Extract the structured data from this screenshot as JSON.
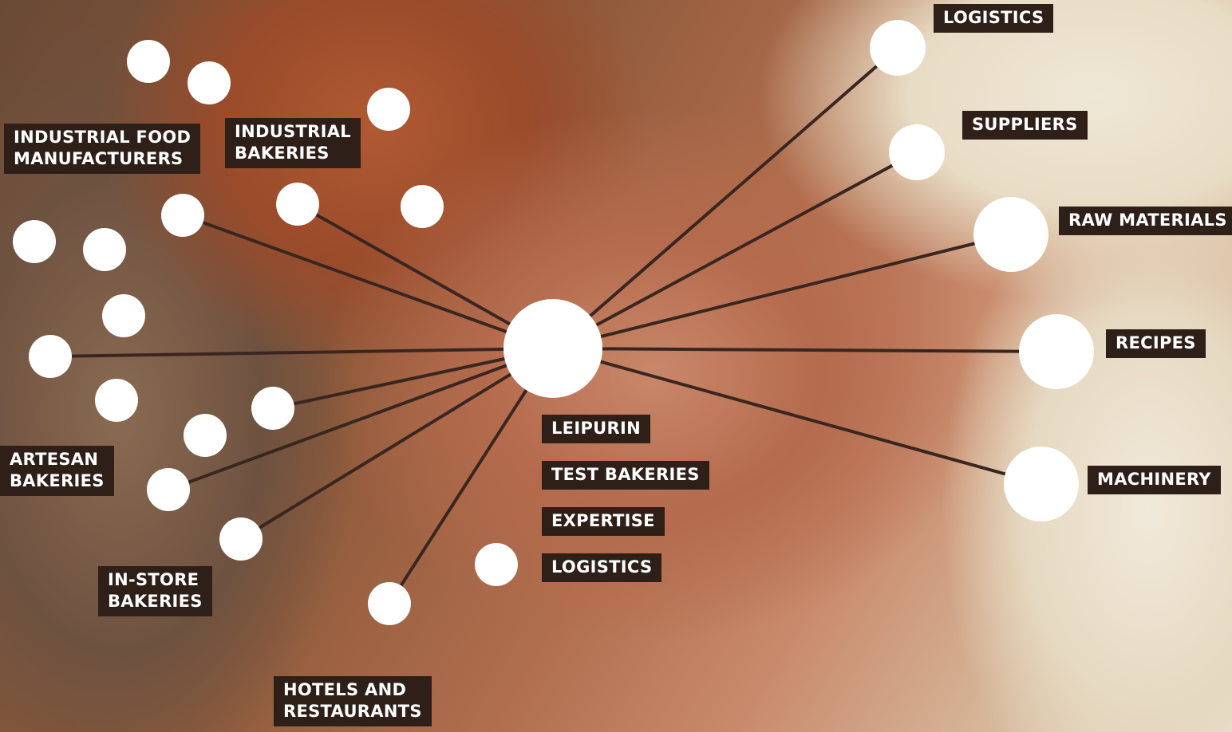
{
  "diagram": {
    "hub_label": "LEIPURIN",
    "hub_extra_labels": [
      "TEST BAKERIES",
      "EXPERTISE",
      "LOGISTICS"
    ],
    "customer_labels": {
      "industrial_food_manufacturers": "INDUSTRIAL FOOD\nMANUFACTURERS",
      "industrial_bakeries": "INDUSTRIAL\nBAKERIES",
      "artesan_bakeries": "ARTESAN\nBAKERIES",
      "in_store_bakeries": "IN-STORE\nBAKERIES",
      "hotels_and_restaurants": "HOTELS AND\nRESTAURANTS"
    },
    "supply_labels": {
      "logistics": "LOGISTICS",
      "suppliers": "SUPPLIERS",
      "raw_materials": "RAW MATERIALS",
      "recipes": "RECIPES",
      "machinery": "MACHINERY"
    },
    "colors": {
      "node_fill": "#ffffff",
      "link_stroke": "#3a2620",
      "label_background": "#2e1f19",
      "label_text": "#ffffff"
    }
  }
}
